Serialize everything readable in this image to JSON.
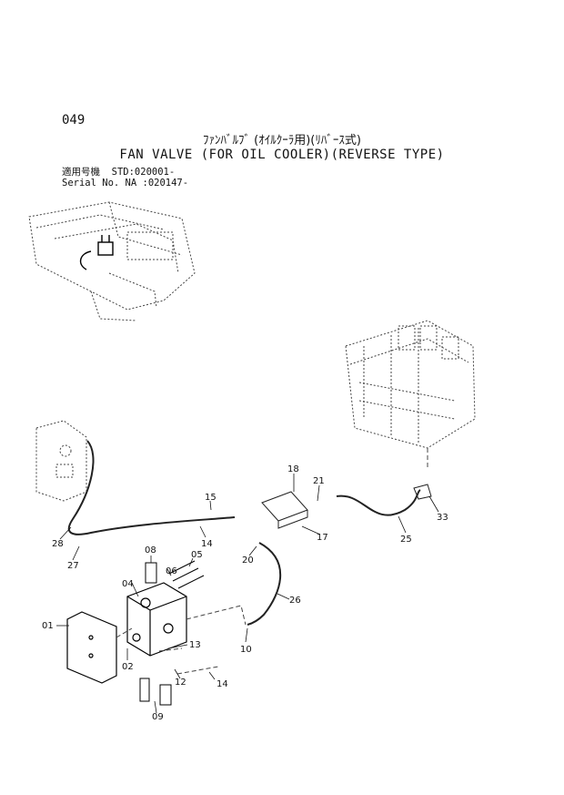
{
  "header": {
    "page_number": "049",
    "title_jp": "ﾌｧﾝﾊﾞﾙﾌﾞ (ｵｲﾙｸｰﾗ用)(ﾘﾊﾞｰｽ式)",
    "title_en": "FAN VALVE (FOR OIL COOLER)(REVERSE TYPE)"
  },
  "serial_info": {
    "line1": "適用号機  STD:020001-",
    "line2": "Serial No. NA :020147-"
  },
  "callouts": [
    "01",
    "02",
    "04",
    "05",
    "06",
    "08",
    "09",
    "10",
    "12",
    "13",
    "14",
    "14",
    "15",
    "17",
    "18",
    "20",
    "21",
    "25",
    "26",
    "27",
    "28",
    "33"
  ]
}
